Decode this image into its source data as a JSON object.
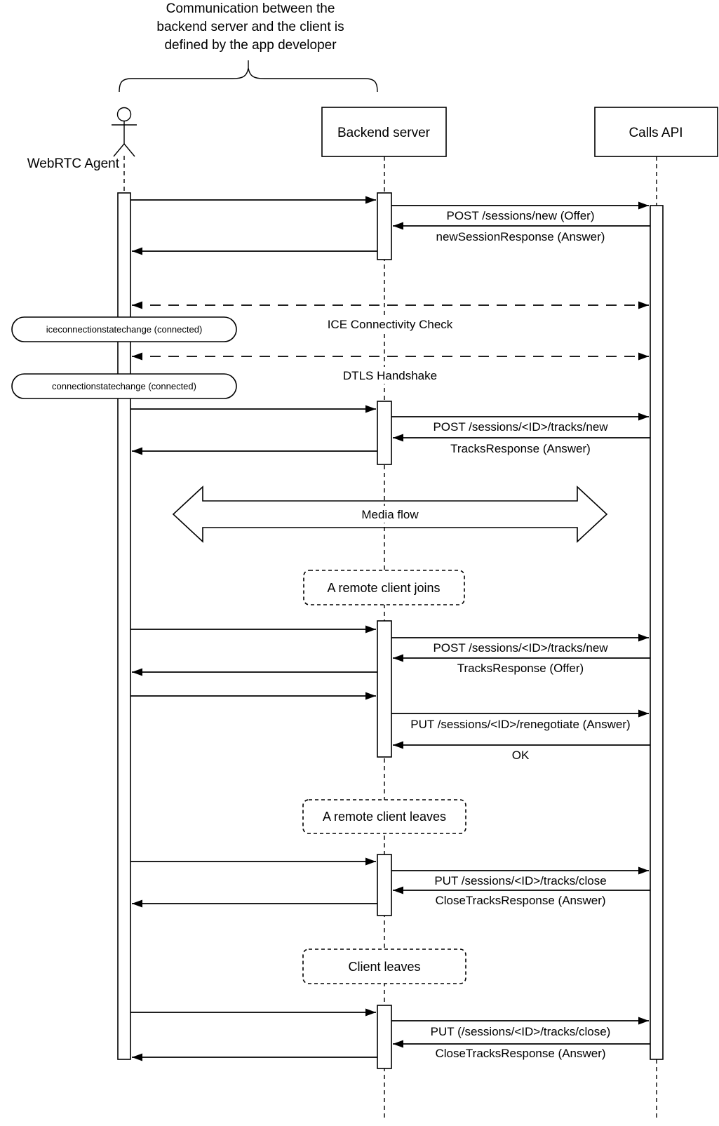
{
  "note": {
    "line1": "Communication between the",
    "line2": "backend server and the client is",
    "line3": "defined by the app developer"
  },
  "participants": {
    "agent": "WebRTC Agent",
    "backend": "Backend server",
    "calls": "Calls API"
  },
  "events": {
    "ice_state": "iceconnectionstatechange (connected)",
    "conn_state": "connectionstatechange (connected)"
  },
  "messages": {
    "post_sessions_new": "POST /sessions/new (Offer)",
    "new_session_response": "newSessionResponse (Answer)",
    "ice_check": "ICE Connectivity Check",
    "dtls_handshake": "DTLS Handshake",
    "post_tracks_new_1": "POST /sessions/<ID>/tracks/new",
    "tracks_response_answer": "TracksResponse (Answer)",
    "media_flow": "Media flow",
    "post_tracks_new_2": "POST /sessions/<ID>/tracks/new",
    "tracks_response_offer": "TracksResponse (Offer)",
    "put_renegotiate": "PUT /sessions/<ID>/renegotiate (Answer)",
    "ok": "OK",
    "put_tracks_close": "PUT /sessions/<ID>/tracks/close",
    "close_tracks_response_1": "CloseTracksResponse (Answer)",
    "put_tracks_close_parens": "PUT (/sessions/<ID>/tracks/close)",
    "close_tracks_response_2": "CloseTracksResponse (Answer)"
  },
  "annotations": {
    "remote_joins": "A remote client joins",
    "remote_leaves": "A remote client leaves",
    "client_leaves": "Client leaves"
  },
  "colors": {
    "stroke": "#000000",
    "background": "#ffffff"
  }
}
